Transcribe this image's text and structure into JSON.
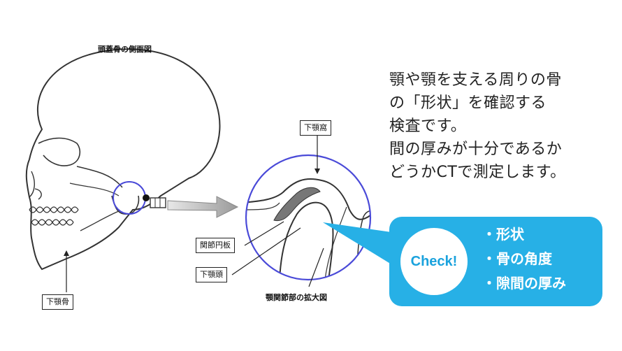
{
  "labels": {
    "skull_title": "頭蓋骨の側面図",
    "mandible": "下顎骨",
    "glenoid_fossa": "下顎窩",
    "articular_disc": "関節円板",
    "condyle": "下顎頭",
    "enlarged_title": "顎関節部の拡大図"
  },
  "description": {
    "lines": [
      "顎や顎を支える周りの骨",
      "の「形状」を確認する",
      "検査です。",
      "間の厚みが十分であるか",
      "どうかCTで測定します。"
    ]
  },
  "check": {
    "badge": "Check!",
    "items": [
      "・形状",
      "・骨の角度",
      "・隙間の厚み"
    ]
  },
  "colors": {
    "accent_blue": "#27b0e6",
    "circle_blue": "#4a4ad8",
    "arrow_gray": "#b8b8b8"
  },
  "icons": [
    "skull-illustration",
    "joint-closeup-illustration",
    "arrow-right-icon"
  ]
}
